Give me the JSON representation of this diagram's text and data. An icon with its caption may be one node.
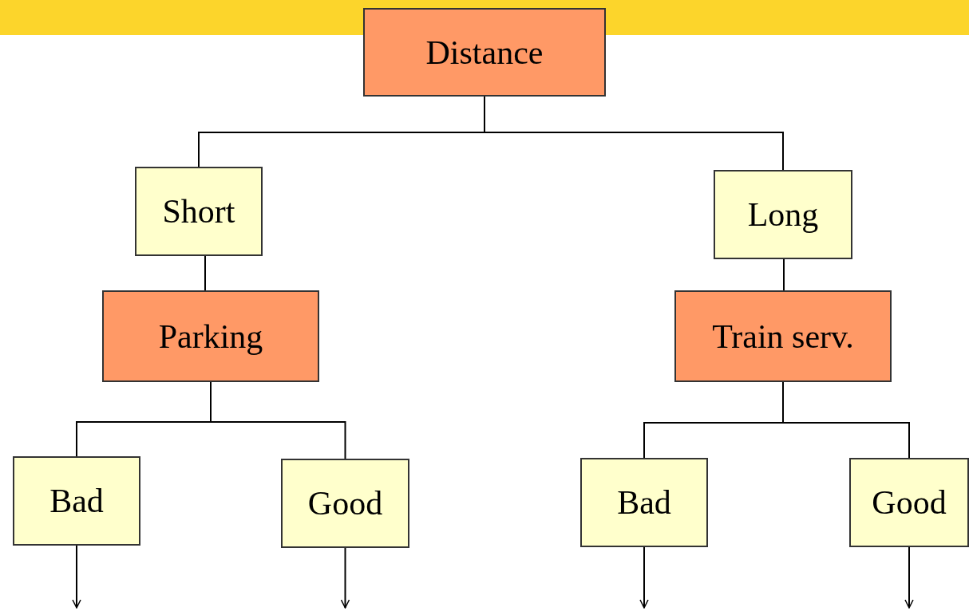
{
  "diagram": {
    "nodes": [
      {
        "text": [
          "Distance"
        ]
      },
      {
        "text": [
          "Short"
        ]
      },
      {
        "text": [
          "Long"
        ]
      },
      {
        "text": [
          "Parking"
        ]
      },
      {
        "text": [
          "Train serv."
        ]
      },
      {
        "text": [
          "Bad"
        ]
      },
      {
        "text": [
          "Good"
        ]
      },
      {
        "text": [
          "Bad"
        ]
      },
      {
        "text": [
          "Good"
        ]
      }
    ],
    "edges": [
      {
        "from": 0,
        "to": 1,
        "arrow": "none"
      },
      {
        "from": 0,
        "to": 2,
        "arrow": "none"
      },
      {
        "from": 1,
        "to": 3,
        "arrow": "none"
      },
      {
        "from": 2,
        "to": 4,
        "arrow": "none"
      },
      {
        "from": 3,
        "to": 5,
        "arrow": "none"
      },
      {
        "from": 3,
        "to": 6,
        "arrow": "none"
      },
      {
        "from": 4,
        "to": 7,
        "arrow": "none"
      },
      {
        "from": 4,
        "to": 8,
        "arrow": "none"
      },
      {
        "from": 5,
        "to": null,
        "arrow": "to"
      },
      {
        "from": 6,
        "to": null,
        "arrow": "to"
      },
      {
        "from": 7,
        "to": null,
        "arrow": "to"
      },
      {
        "from": 8,
        "to": null,
        "arrow": "to"
      }
    ]
  }
}
